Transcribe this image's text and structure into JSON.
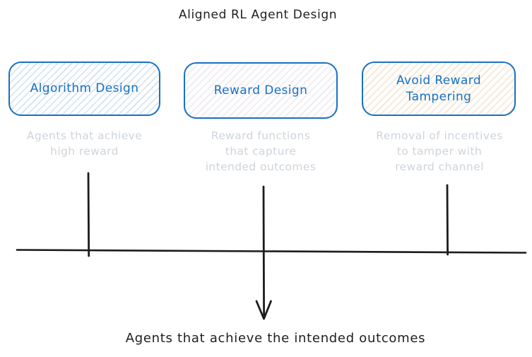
{
  "title": "Aligned RL Agent Design",
  "pillars": [
    {
      "label": "Algorithm Design",
      "description": "Agents that achieve\nhigh reward"
    },
    {
      "label": "Reward Design",
      "description": "Reward functions\nthat capture\nintended outcomes"
    },
    {
      "label": "Avoid Reward\nTampering",
      "description": "Removal of incentives\nto tamper with\nreward channel"
    }
  ],
  "outcome_label": "Agents that achieve the intended outcomes",
  "colors": {
    "accent_blue": "#1971c2",
    "muted_gray": "#ced4da",
    "ink_black": "#1e1e1e",
    "hatch_blue": "#7da5d7",
    "hatch_cream": "#d6ba8a"
  }
}
